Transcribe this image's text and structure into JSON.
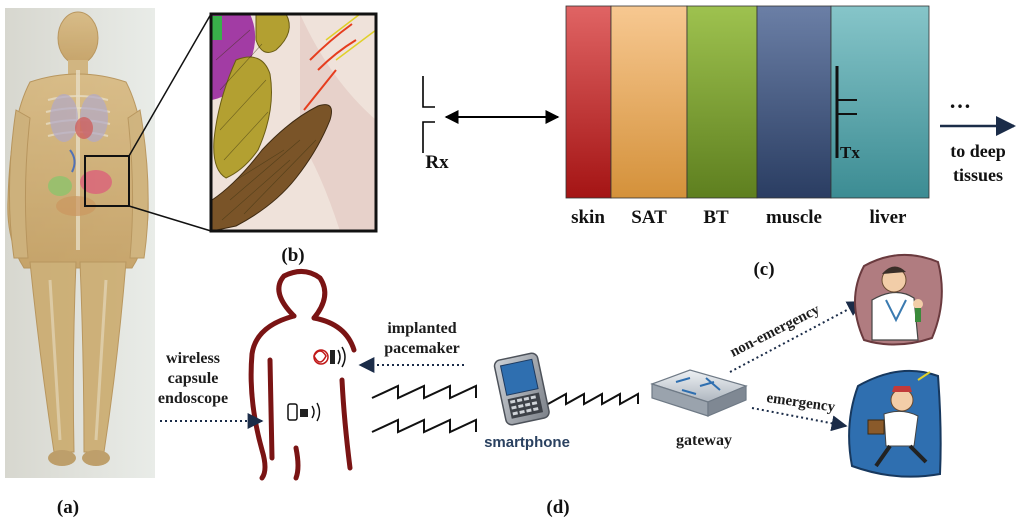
{
  "panels": {
    "a": "(a)",
    "b": "(b)",
    "c": "(c)",
    "d": "(d)"
  },
  "panel_c": {
    "receiver": "Rx",
    "transmitter": "Tx",
    "layers": [
      {
        "label": "skin",
        "color_top": "#e06464",
        "color_bottom": "#a41414"
      },
      {
        "label": "SAT",
        "color_top": "#f7c891",
        "color_bottom": "#d4913a"
      },
      {
        "label": "BT",
        "color_top": "#9ec24f",
        "color_bottom": "#5e7f1f"
      },
      {
        "label": "muscle",
        "color_top": "#6b7fa6",
        "color_bottom": "#2a3d62"
      },
      {
        "label": "liver",
        "color_top": "#86c5c9",
        "color_bottom": "#3c8c93"
      }
    ],
    "ellipsis": "…",
    "deep_line1": "to deep",
    "deep_line2": "tissues"
  },
  "panel_d": {
    "capsule_line1": "wireless",
    "capsule_line2": "capsule",
    "capsule_line3": "endoscope",
    "pacemaker_line1": "implanted",
    "pacemaker_line2": "pacemaker",
    "smartphone": "smartphone",
    "gateway": "gateway",
    "non_emergency": "non-emergency",
    "emergency": "emergency"
  },
  "colors": {
    "body_outline": "#7a1414",
    "arrow_navy": "#1b2c48",
    "text_blue": "#2a4160"
  }
}
